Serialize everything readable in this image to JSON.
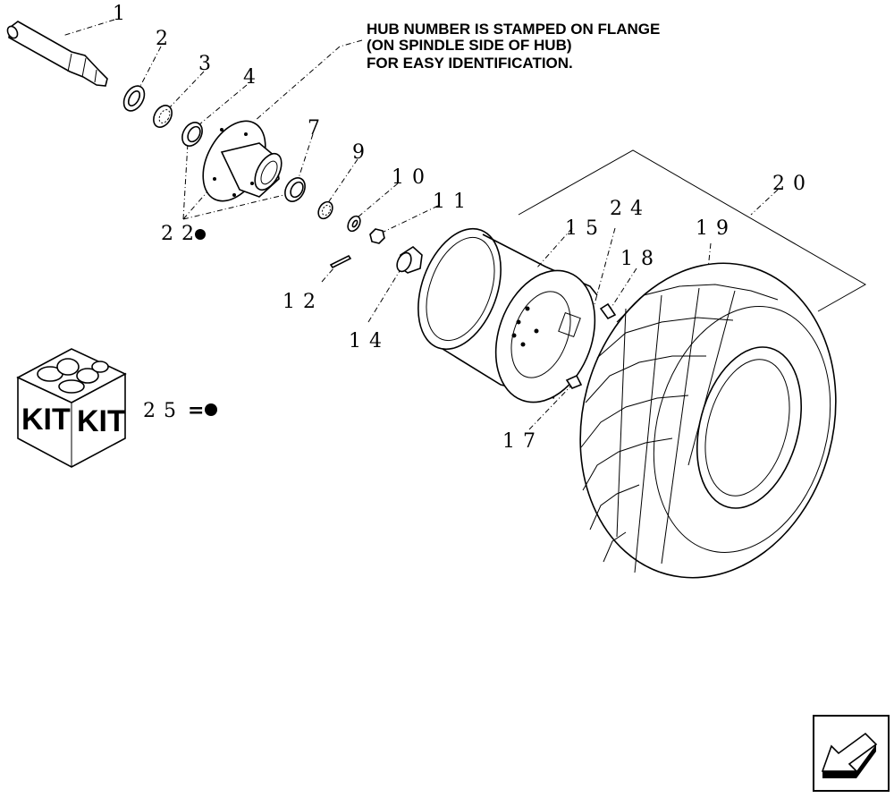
{
  "note": {
    "lines": [
      "HUB NUMBER IS STAMPED ON FLANGE",
      "(ON SPINDLE SIDE OF HUB)",
      "FOR EASY IDENTIFICATION."
    ]
  },
  "callouts": {
    "c1": "1",
    "c2": "2",
    "c3": "3",
    "c4": "4",
    "c7": "7",
    "c9": "9",
    "c10": "10",
    "c11": "11",
    "c12": "12",
    "c14": "14",
    "c15": "15",
    "c17": "17",
    "c18": "18",
    "c19": "19",
    "c20": "20",
    "c22": "22",
    "c24": "24"
  },
  "kit": {
    "left_label": "KIT",
    "right_label": "KIT",
    "legend_number": "25",
    "legend_equals": "="
  },
  "icons": {
    "kit": "kit-box-icon",
    "nav": "arrow-back-icon",
    "marker": "kit-dot-icon"
  }
}
